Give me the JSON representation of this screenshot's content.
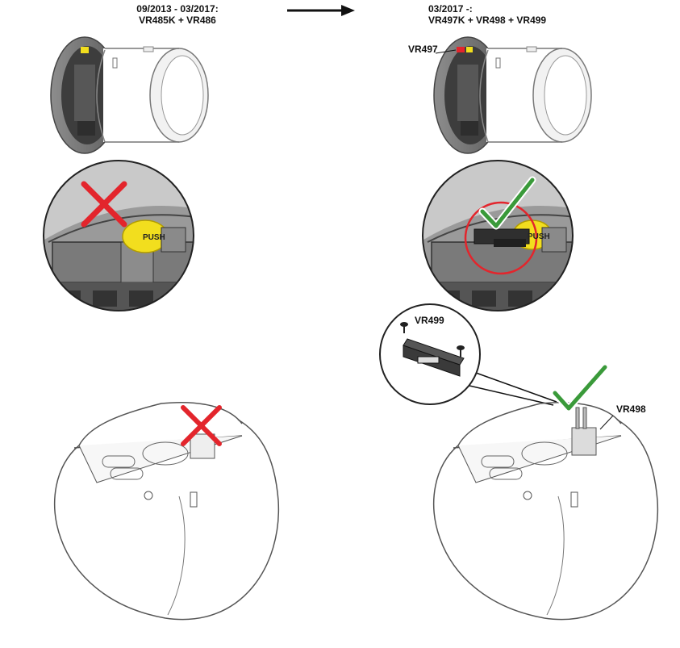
{
  "old": {
    "period": "09/2013 - 03/2017:",
    "parts": "VR485K + VR486",
    "push_label": "PUSH"
  },
  "new": {
    "period": "03/2017 -:",
    "parts": "VR497K + VR498 + VR499",
    "callout_vr497": "VR497",
    "push_label": "PUSH",
    "callout_vr499": "VR499",
    "callout_vr498": "VR498"
  },
  "colors": {
    "cross": "#e3252c",
    "check": "#3a9a3a",
    "highlight_ring": "#e3252c",
    "push_button": "#f2de1e"
  }
}
